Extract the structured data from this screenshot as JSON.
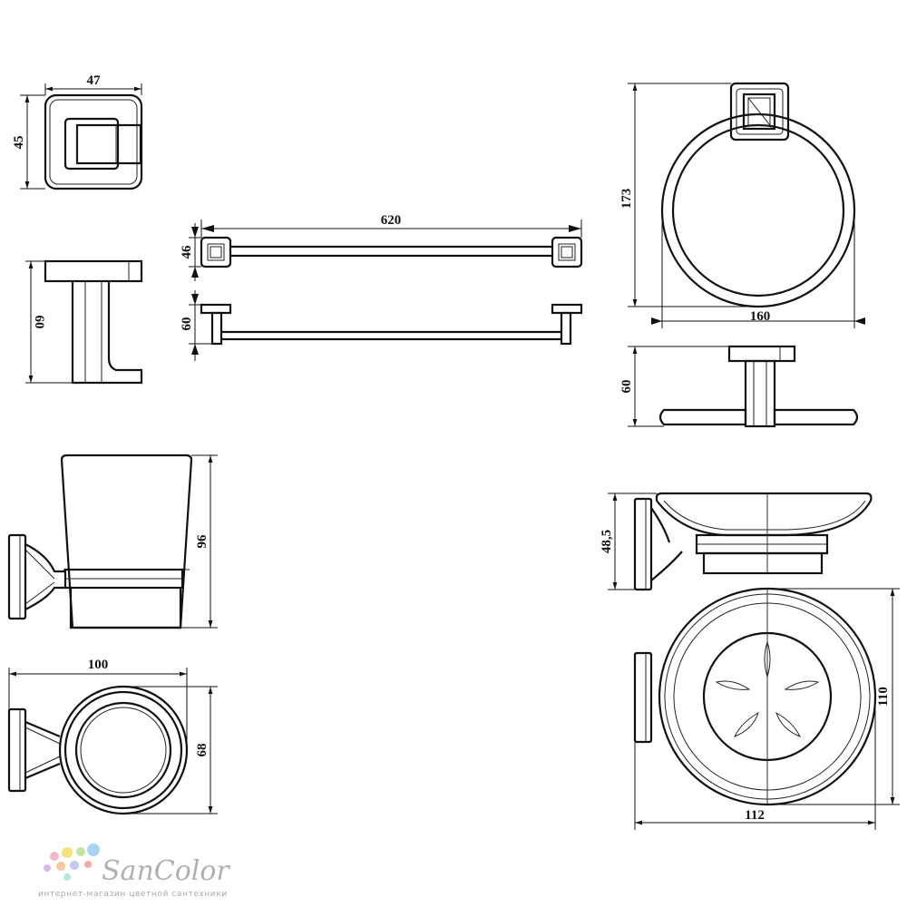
{
  "dimensions": {
    "hook_width": "47",
    "hook_height": "45",
    "hook_depth": "60",
    "towel_bar_length": "620",
    "towel_bar_height": "46",
    "towel_bar_depth": "60",
    "ring_height": "173",
    "ring_width": "160",
    "ring_depth": "60",
    "tumbler_height": "96",
    "tumbler_width": "100",
    "tumbler_depth": "68",
    "soap_dish_height": "48,5",
    "soap_dish_depth": "110",
    "soap_dish_width": "112"
  },
  "logo": {
    "name": "SanColor",
    "tagline": "интернет-магазин цветной сантехники",
    "dot_colors": [
      "#f6b7c9",
      "#f8e07a",
      "#bfe6a2",
      "#a9d3f0",
      "#d7b8ef",
      "#f9c89b",
      "#c6c6f2",
      "#f2a8a8",
      "#b6e9d8"
    ]
  }
}
